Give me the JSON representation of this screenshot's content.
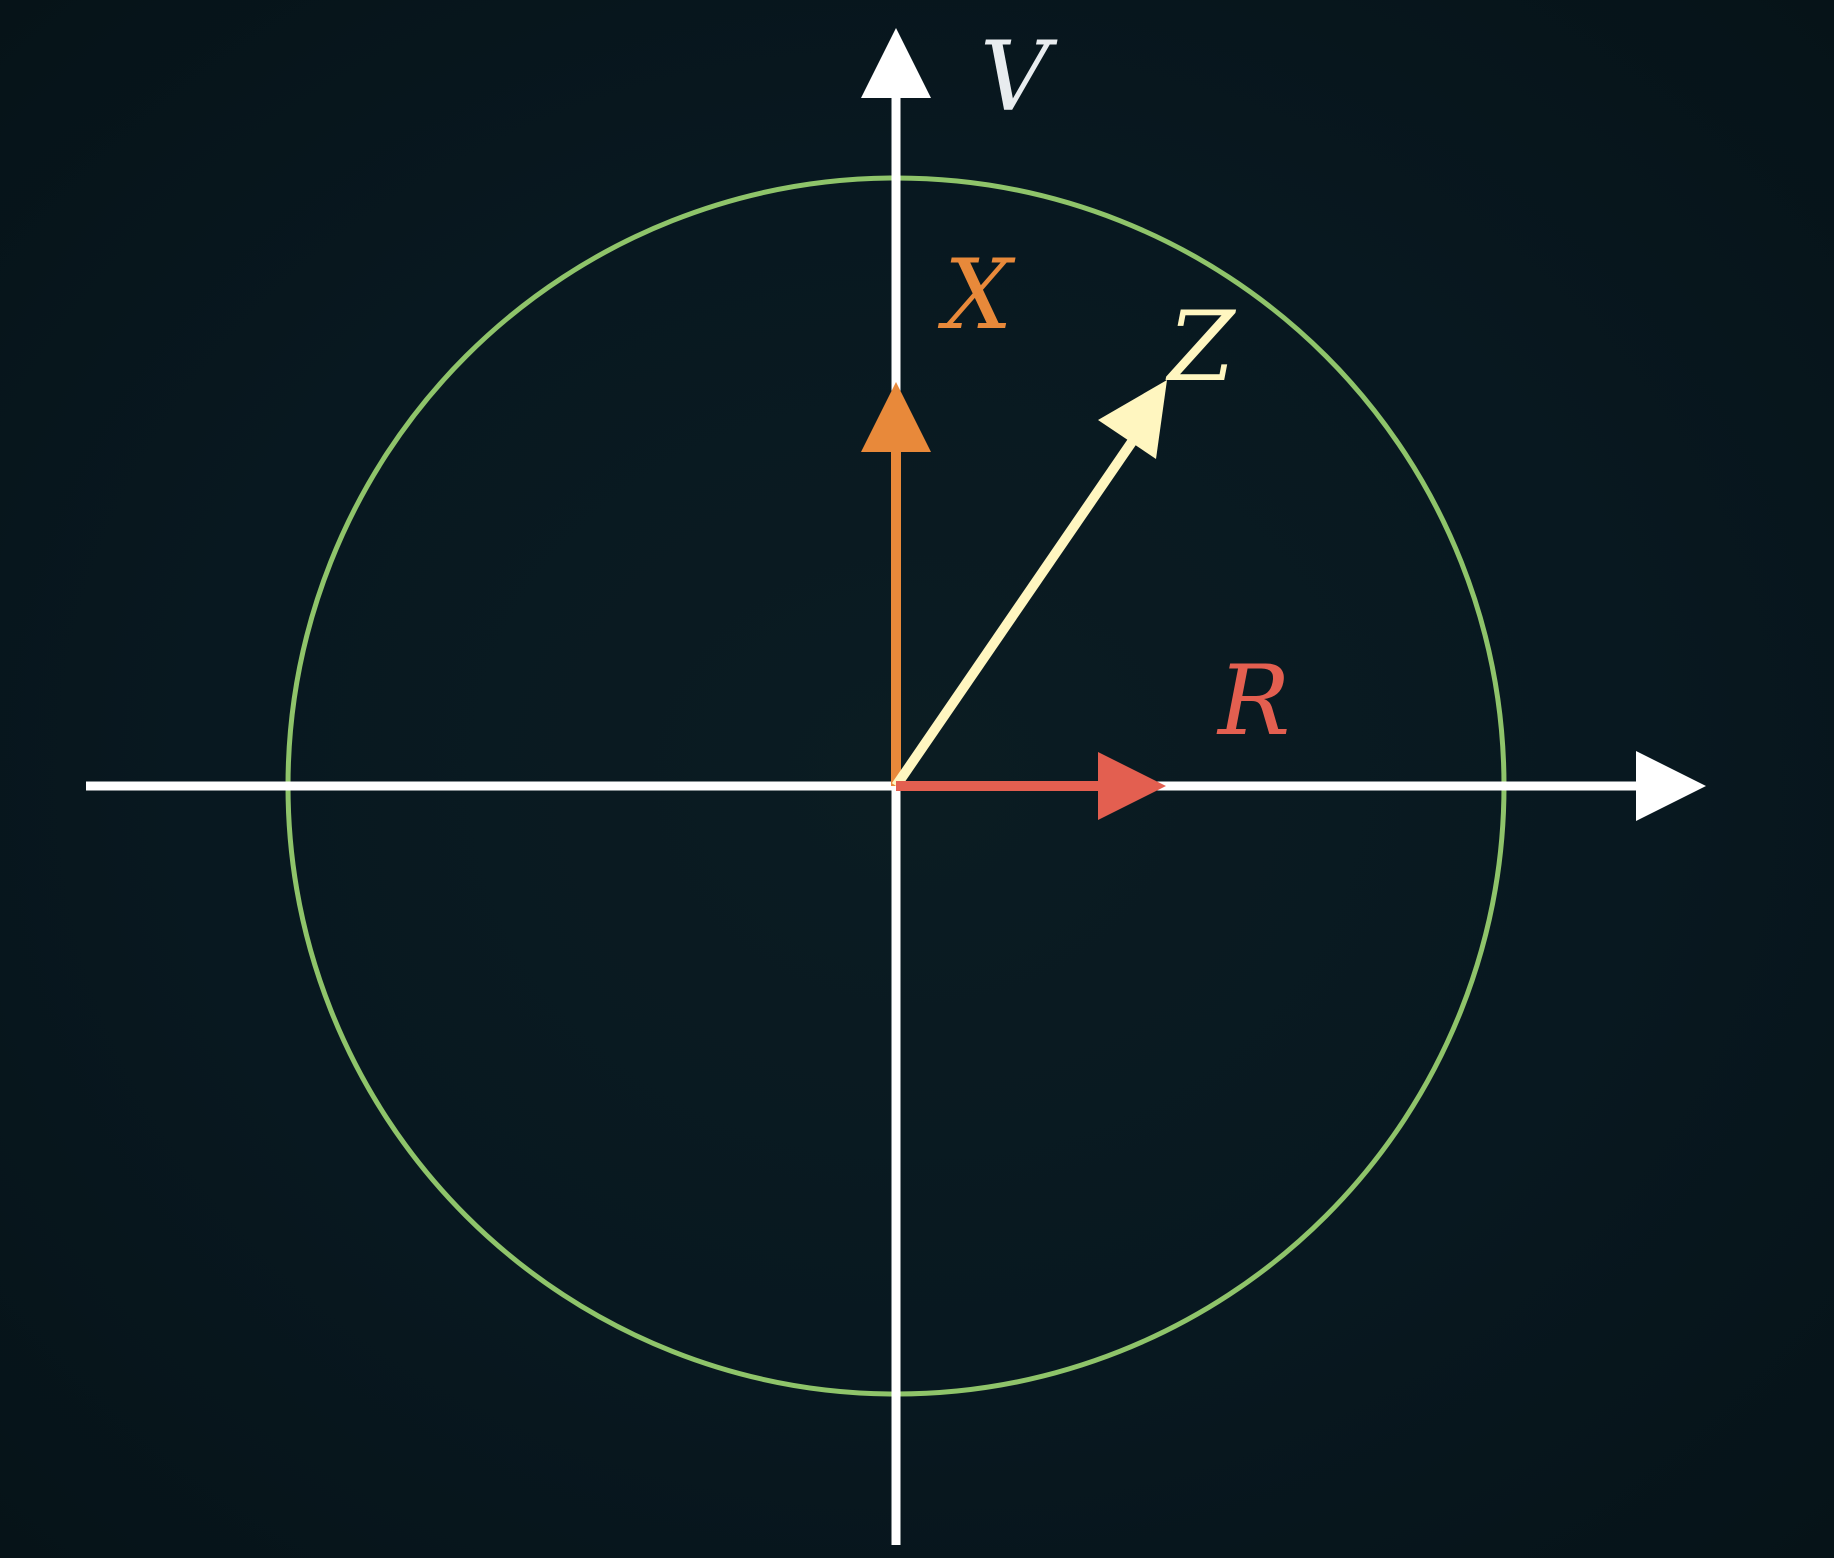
{
  "diagram": {
    "background_color": "#08161d",
    "axis_color": "#ffffff",
    "circle_color": "#8fc46a",
    "labels": {
      "vertical_axis": "V",
      "vector_x": "X",
      "vector_z": "Z",
      "vector_r": "R"
    },
    "vectors": [
      {
        "name": "X",
        "color": "#e8893a",
        "direction": "up"
      },
      {
        "name": "Z",
        "color": "#fff6c0",
        "direction": "up-right"
      },
      {
        "name": "R",
        "color": "#e35f50",
        "direction": "right"
      }
    ]
  }
}
